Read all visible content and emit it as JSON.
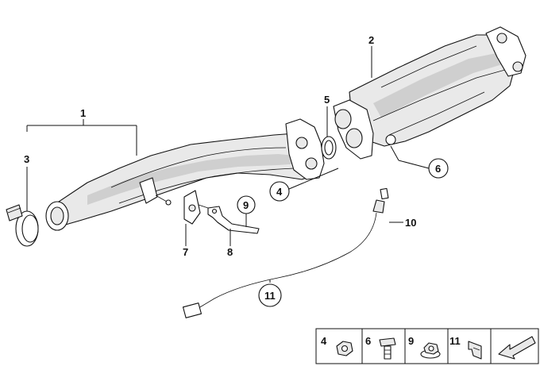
{
  "callouts": {
    "c1": "1",
    "c2": "2",
    "c3": "3",
    "c4": "4",
    "c5": "5",
    "c6": "6",
    "c7": "7",
    "c8": "8",
    "c9": "9",
    "c10": "10",
    "c11": "11"
  },
  "legend": {
    "l4": "4",
    "l6": "6",
    "l9": "9",
    "l11": "11"
  }
}
